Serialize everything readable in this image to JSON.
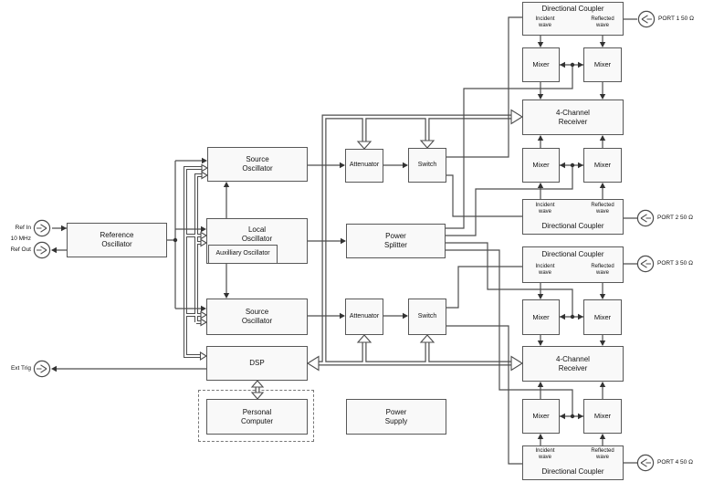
{
  "labels": {
    "reference_oscillator": "Reference\nOscillator",
    "source_oscillator": "Source\nOscillator",
    "local_oscillator": "Local\nOscillator",
    "auxilliary_oscillator": "Auxilliary Oscillator",
    "dsp": "DSP",
    "personal_computer": "Personal\nComputer",
    "attenuator": "Attenuator",
    "switch": "Switch",
    "power_splitter": "Power\nSplitter",
    "power_supply": "Power\nSupply",
    "directional_coupler": "Directional Coupler",
    "incident_wave": "Incident\nwave",
    "reflected_wave": "Reflected\nwave",
    "mixer": "Mixer",
    "receiver_4ch": "4-Channel\nReceiver"
  },
  "connectors": {
    "ref_in": "Ref In",
    "ref_freq": "10 MHz",
    "ref_out": "Ref Out",
    "ext_trig": "Ext Trig"
  },
  "ports": [
    {
      "label": "PORT 1 50 Ω"
    },
    {
      "label": "PORT 2 50 Ω"
    },
    {
      "label": "PORT 3 50 Ω"
    },
    {
      "label": "PORT 4 50 Ω"
    }
  ],
  "colors": {
    "line": "#4d4d4d",
    "box_fill": "#f9f9f9",
    "box_border": "#585858",
    "text": "#111111"
  }
}
